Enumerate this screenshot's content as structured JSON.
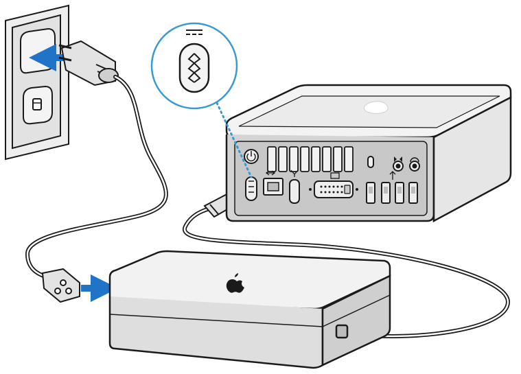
{
  "diagram": {
    "colors": {
      "outline": "#1a1a1a",
      "body": "#e9e9e9",
      "body_dark": "#c9c9c9",
      "arrow": "#1f74c8",
      "callout": "#3a9ad0",
      "back_panel": "#d0d0d0"
    },
    "symbols": {
      "dc_power": "dc-power-icon",
      "power_button": "power-icon",
      "ethernet": "ethernet-icon",
      "firewire": "firewire-icon",
      "display": "display-icon",
      "usb": "usb-icon",
      "audio_in": "audio-in-icon",
      "headphones": "headphones-icon",
      "apple_logo": "apple-logo-icon",
      "security_slot": "security-slot-icon"
    },
    "parts": [
      "wall-outlet",
      "ac-plug",
      "power-adapter",
      "mac-mini",
      "dc-connector-callout"
    ]
  }
}
